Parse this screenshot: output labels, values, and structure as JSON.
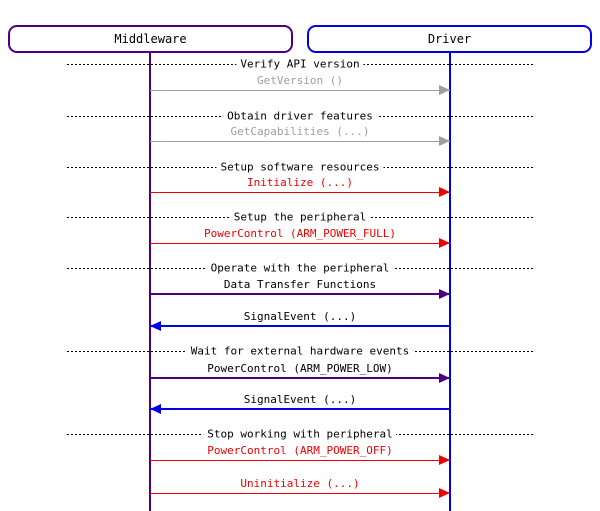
{
  "diagram": {
    "kind": "sequence-diagram",
    "colors": {
      "background": "#FFFFFF",
      "middleware": "#4B0082",
      "driver": "#0000E6",
      "gray": "#9E9E9E",
      "red": "#EE0000",
      "indigo": "#4B0082",
      "blue": "#0000E6",
      "divider": "#000000",
      "text": "#000000"
    },
    "entities": [
      {
        "label": "Middleware",
        "color": "#4B0082"
      },
      {
        "label": "Driver",
        "color": "#0000E6"
      }
    ],
    "rows": [
      {
        "type": "divider",
        "label": "Verify API version"
      },
      {
        "type": "message",
        "label": "GetVersion ()",
        "from": "Middleware",
        "to": "Driver",
        "style": "gray"
      },
      {
        "type": "divider",
        "label": "Obtain driver features"
      },
      {
        "type": "message",
        "label": "GetCapabilities (...)",
        "from": "Middleware",
        "to": "Driver",
        "style": "gray"
      },
      {
        "type": "divider",
        "label": "Setup software resources"
      },
      {
        "type": "message",
        "label": "Initialize (...)",
        "from": "Middleware",
        "to": "Driver",
        "style": "red"
      },
      {
        "type": "divider",
        "label": "Setup the peripheral"
      },
      {
        "type": "message",
        "label": "PowerControl (ARM_POWER_FULL)",
        "from": "Middleware",
        "to": "Driver",
        "style": "red"
      },
      {
        "type": "divider",
        "label": "Operate with the peripheral"
      },
      {
        "type": "message",
        "label": "Data Transfer Functions",
        "from": "Middleware",
        "to": "Driver",
        "style": "indigo"
      },
      {
        "type": "message",
        "label": "SignalEvent (...)",
        "from": "Driver",
        "to": "Middleware",
        "style": "blue"
      },
      {
        "type": "divider",
        "label": "Wait for external hardware events"
      },
      {
        "type": "message",
        "label": "PowerControl (ARM_POWER_LOW)",
        "from": "Middleware",
        "to": "Driver",
        "style": "indigo"
      },
      {
        "type": "message",
        "label": "SignalEvent (...)",
        "from": "Driver",
        "to": "Middleware",
        "style": "blue"
      },
      {
        "type": "divider",
        "label": "Stop working with peripheral"
      },
      {
        "type": "message",
        "label": "PowerControl (ARM_POWER_OFF)",
        "from": "Middleware",
        "to": "Driver",
        "style": "red"
      },
      {
        "type": "message",
        "label": "Uninitialize (...)",
        "from": "Middleware",
        "to": "Driver",
        "style": "red"
      }
    ]
  }
}
